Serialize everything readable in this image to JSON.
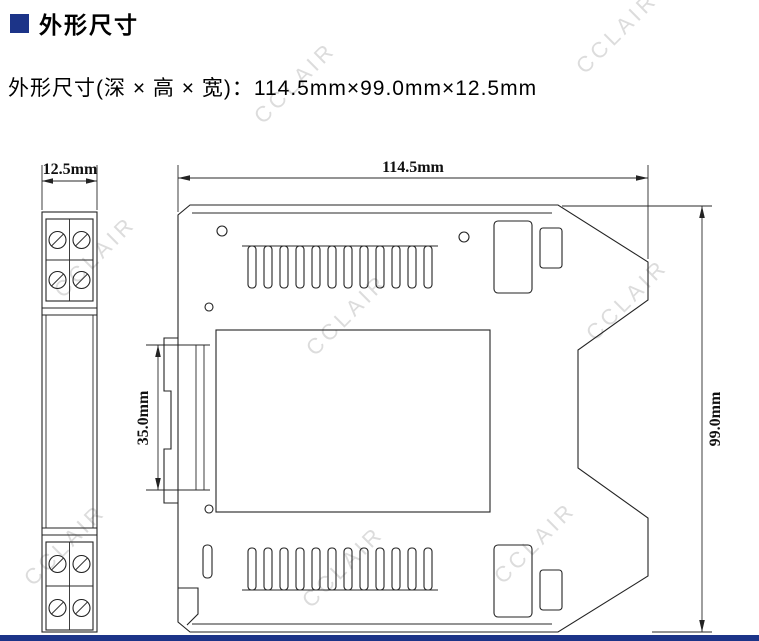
{
  "page": {
    "accent_color": "#1c3488",
    "background": "#ffffff"
  },
  "header": {
    "title": "外形尺寸"
  },
  "intro": {
    "text": "外形尺寸(深 × 高 × 宽)：114.5mm×99.0mm×12.5mm"
  },
  "drawing": {
    "watermark": "CCLAIR",
    "front_view": {
      "width_label": "12.5mm"
    },
    "side_view": {
      "depth_label": "114.5mm",
      "height_label": "99.0mm",
      "din_slot_label": "35.0mm"
    }
  }
}
